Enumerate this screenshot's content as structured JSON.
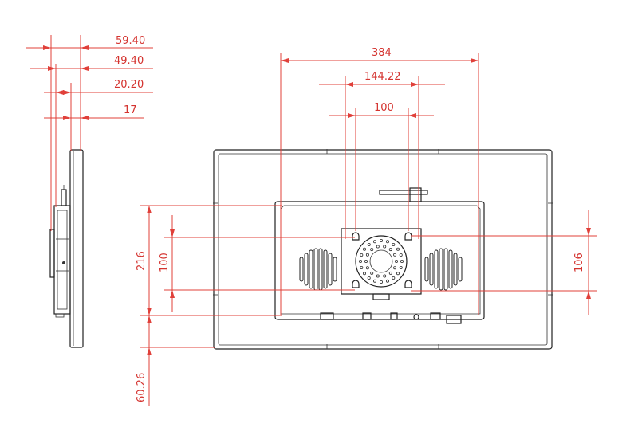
{
  "dimensions": {
    "side_59_40": "59.40",
    "side_49_40": "49.40",
    "side_20_20": "20.20",
    "side_17": "17",
    "width_384": "384",
    "vesa_144_22": "144.22",
    "vesa_100_h": "100",
    "height_216": "216",
    "vesa_100_v": "100",
    "offset_60_26": "60.26",
    "vesa_106": "106"
  },
  "colors": {
    "dimension_line": "#e0403a",
    "dimension_text": "#d4332f",
    "outline": "#222222"
  }
}
